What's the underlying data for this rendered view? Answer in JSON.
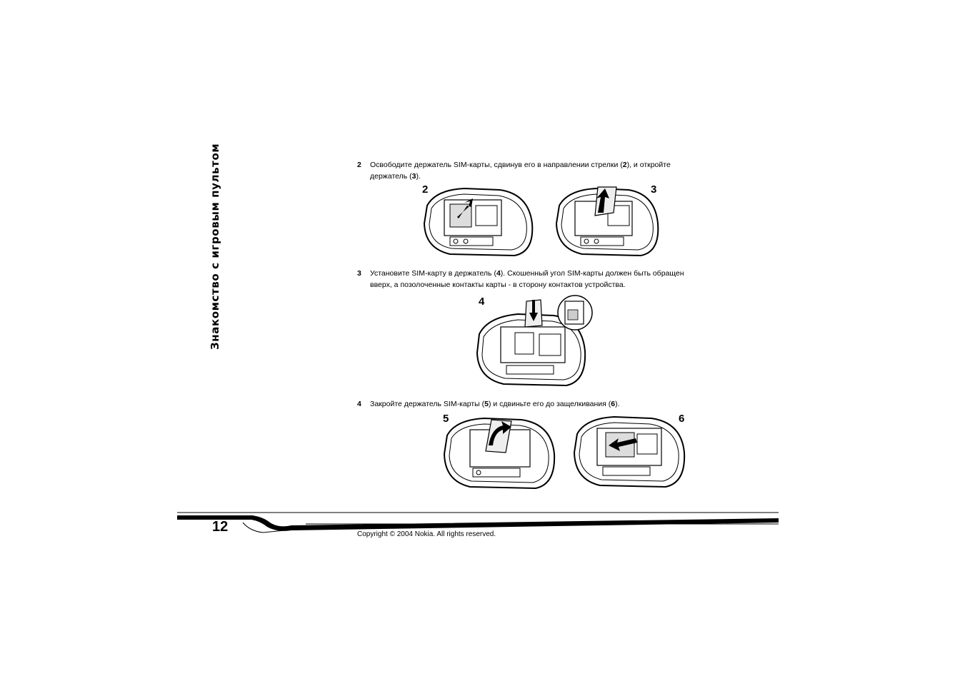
{
  "side_title": "Знакомство с игровым пультом",
  "steps": [
    {
      "number": "2",
      "t1": "Освободите держатель SIM-карты, сдвинув его в направлении стрелки (",
      "ref1": "2",
      "t2": "), и откройте держатель (",
      "ref2": "3",
      "t3": ")."
    },
    {
      "number": "3",
      "t1": "Установите SIM-карту в держатель (",
      "ref1": "4",
      "t2": "). Скошенный угол SIM-карты должен быть обращен вверх, а позолоченные контакты карты - в сторону контактов устройства."
    },
    {
      "number": "4",
      "t1": "Закройте держатель SIM-карты (",
      "ref1": "5",
      "t2": ") и сдвиньте его до защелкивания (",
      "ref2": "6",
      "t3": ")."
    }
  ],
  "figures": {
    "callout_2": "2",
    "callout_3": "3",
    "callout_4": "4",
    "callout_5": "5",
    "callout_6": "6"
  },
  "footer": {
    "page_number": "12",
    "copyright": "Copyright © 2004 Nokia. All rights reserved."
  }
}
